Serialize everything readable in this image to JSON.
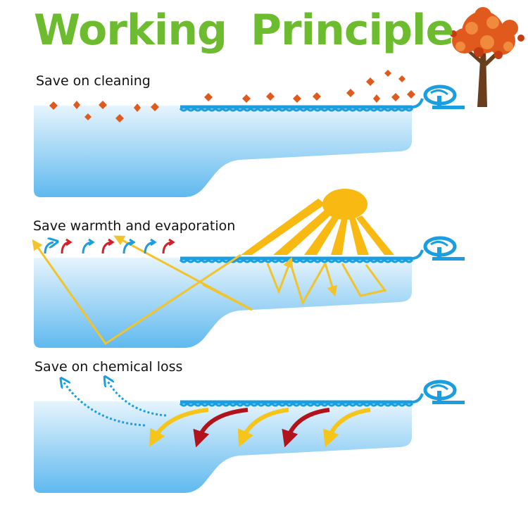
{
  "title": {
    "word1": "Working",
    "word2": "Principle"
  },
  "panels": [
    {
      "label": "Save on cleaning"
    },
    {
      "label": "Save warmth and evaporation"
    },
    {
      "label": "Save on chemical loss"
    }
  ],
  "colors": {
    "title_green": "#6dbb2f",
    "water_top": "#e6f4fd",
    "water_bottom": "#5fb9ef",
    "cover_blue": "#1a9ee0",
    "sun_yellow": "#f8b912",
    "ray_yellow": "#f2c32a",
    "heat_red": "#d4202a",
    "chem_red": "#b2121c",
    "leaf_orange": "#e05a1e",
    "trunk_brown": "#6a3d1c"
  }
}
